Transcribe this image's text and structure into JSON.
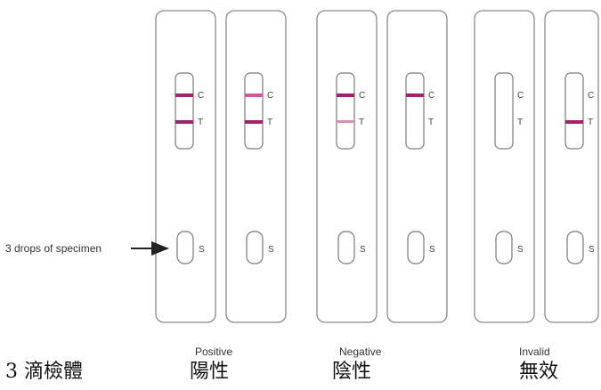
{
  "specimen_label": "3 drops of specimen",
  "line_labels": {
    "control": "C",
    "test": "T",
    "sample": "S"
  },
  "line_color": "#a3236a",
  "faint_line_color": "#d05a9a",
  "cassette_groups": [
    {
      "result": "Positive",
      "chinese": "陽性"
    },
    {
      "result": "Negative",
      "chinese": "陰性"
    },
    {
      "result": "Invalid",
      "chinese": "無效"
    }
  ],
  "footer_left": "3 滴檢體"
}
